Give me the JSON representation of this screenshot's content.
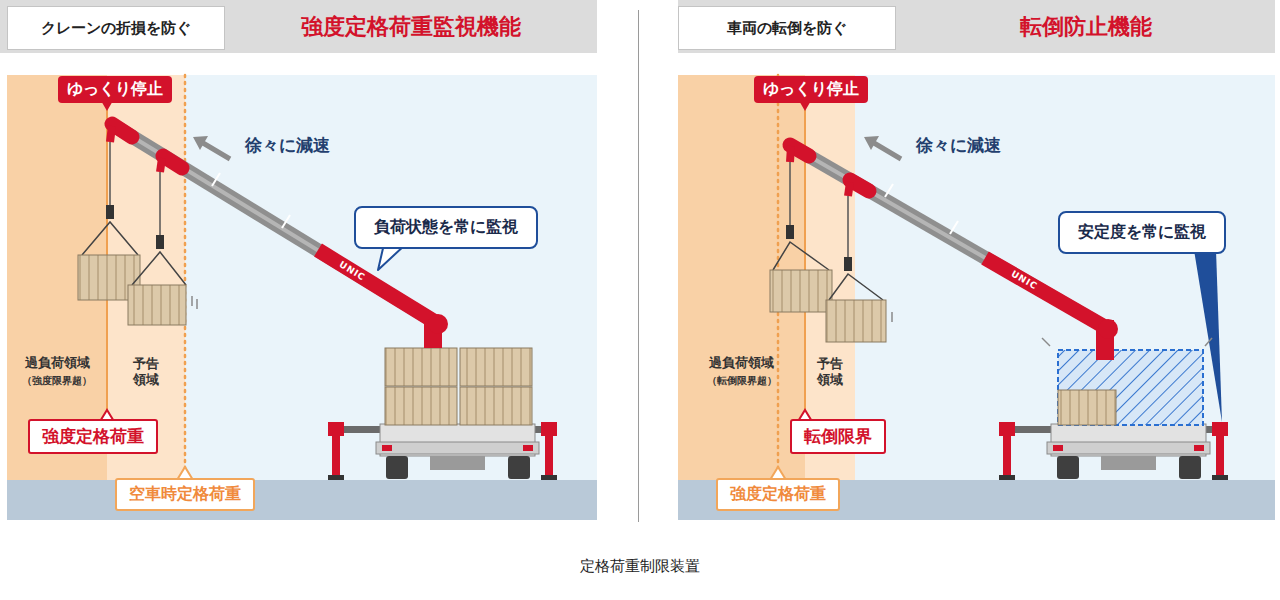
{
  "diagram": {
    "caption": "定格荷重制限装置",
    "nodes": [
      {
        "text": [
          "クレーンの折損を防ぐ"
        ]
      },
      {
        "text": [
          "強度定格荷重監視機能"
        ]
      },
      {
        "text": [
          "過負荷領域",
          "（強度限界超）"
        ]
      },
      {
        "text": [
          "予告 領域"
        ]
      },
      {
        "text": [
          "ゆっくり停止"
        ]
      },
      {
        "text": [
          "負荷状態を常に監視"
        ]
      },
      {
        "text": [
          "強度定格荷重"
        ]
      },
      {
        "text": [
          "空車時定格荷重"
        ]
      },
      {
        "text": [
          "車両の転倒を防ぐ"
        ]
      },
      {
        "text": [
          "転倒防止機能"
        ]
      },
      {
        "text": [
          "過負荷領域",
          "（転倒限界超）"
        ]
      },
      {
        "text": [
          "予告 領域"
        ]
      },
      {
        "text": [
          "ゆっくり停止"
        ]
      },
      {
        "text": [
          "安定度を常に監視"
        ]
      },
      {
        "text": [
          "転倒限界"
        ]
      },
      {
        "text": [
          "強度定格荷重"
        ]
      }
    ],
    "labels": [
      "徐々に減速",
      "UNIC",
      "徐々に減速",
      "UNIC"
    ]
  }
}
